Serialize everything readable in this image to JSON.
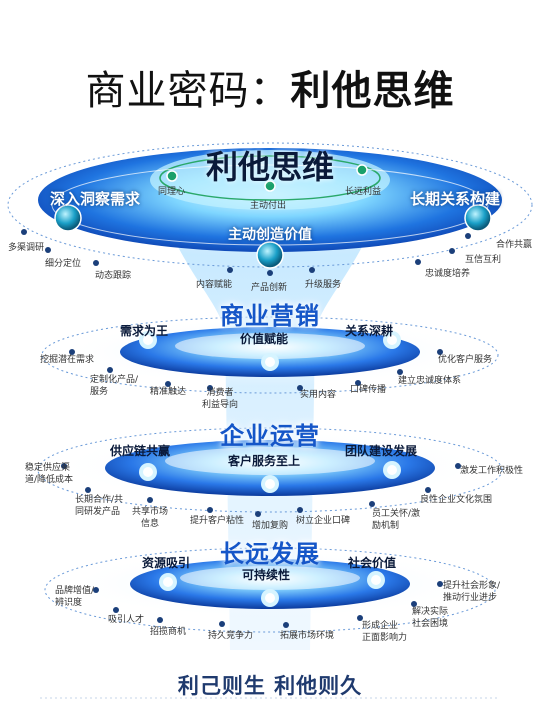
{
  "title": {
    "main": "商业密码：",
    "bold": "利他思维"
  },
  "top": {
    "heading": "利他思维",
    "left": "深入洞察需求",
    "right": "长期关系构建",
    "center": "主动创造价值",
    "ring": [
      "同理心",
      "主动付出",
      "长远利益"
    ],
    "left_items": [
      "多渠调研",
      "细分定位",
      "动态跟踪"
    ],
    "right_items": [
      "合作共赢",
      "互信互利",
      "忠诚度培养"
    ],
    "bottom_items": [
      "内容赋能",
      "产品创新",
      "升级服务"
    ]
  },
  "marketing": {
    "heading": "商业营销",
    "left": "需求为王",
    "center": "价值赋能",
    "right": "关系深耕",
    "items": [
      "挖掘潜在需求",
      "定制化产品/\n服务",
      "精准触达",
      "消费者\n利益导向",
      "实用内容",
      "口碑传播",
      "建立忠诚度体系",
      "优化客户服务"
    ]
  },
  "operation": {
    "heading": "企业运营",
    "left": "供应链共赢",
    "center": "客户服务至上",
    "right": "团队建设发展",
    "items": [
      "稳定供应渠\n道/降低成本",
      "长期合作/共\n同研发产品",
      "共享市场\n信息",
      "提升客户粘性",
      "增加复购",
      "树立企业口碑",
      "员工关怀/激\n励机制",
      "良性企业文化氛围",
      "激发工作积极性"
    ]
  },
  "development": {
    "heading": "长远发展",
    "left": "资源吸引",
    "center": "可持续性",
    "right": "社会价值",
    "items": [
      "品牌增值/\n辨识度",
      "吸引人才",
      "招揽商机",
      "持久竞争力",
      "拓展市场环境",
      "形成企业\n正面影响力",
      "解决实际\n社会困境",
      "提升社会形象/\n推动行业进步"
    ]
  },
  "footer": "利己则生  利他则久",
  "colors": {
    "accent": "#1556c8",
    "disc": "#2a78e8",
    "glow": "#7fd6ff",
    "node": "#0f7c9a"
  }
}
